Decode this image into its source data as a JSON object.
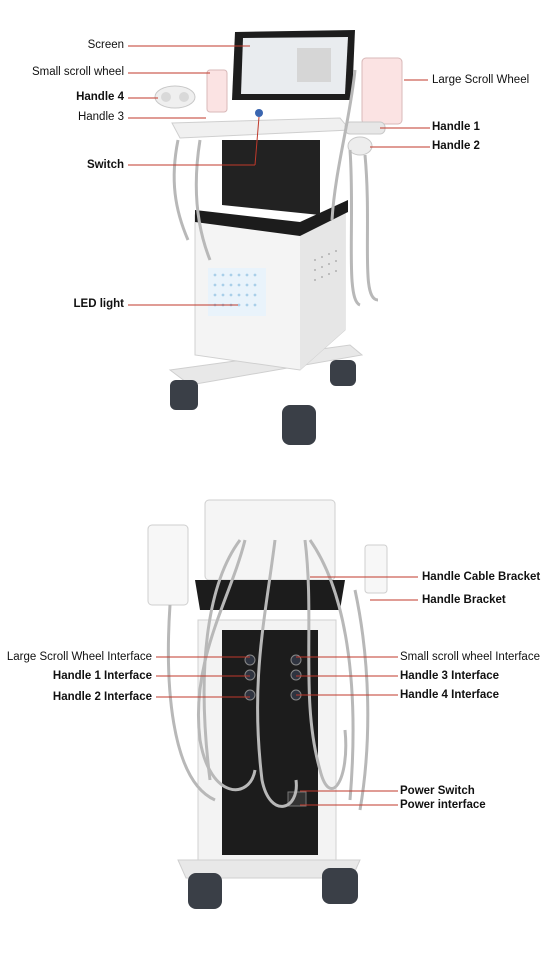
{
  "front_view": {
    "labels": {
      "screen": "Screen",
      "small_scroll_wheel": "Small scroll wheel",
      "handle4": "Handle 4",
      "handle3": "Handle 3",
      "switch": "Switch",
      "led_light": "LED light",
      "large_scroll_wheel": "Large Scroll Wheel",
      "handle1": "Handle 1",
      "handle2": "Handle 2"
    }
  },
  "back_view": {
    "labels": {
      "handle_cable_bracket": "Handle Cable Bracket",
      "handle_bracket": "Handle Bracket",
      "large_scroll_wheel_interface": "Large Scroll Wheel Interface",
      "handle1_interface": "Handle 1 Interface",
      "handle2_interface": "Handle 2 Interface",
      "small_scroll_wheel_interface": "Small scroll wheel Interface",
      "handle3_interface": "Handle 3 Interface",
      "handle4_interface": "Handle 4 Interface",
      "power_switch": "Power Switch",
      "power_interface": "Power interface"
    }
  },
  "colors": {
    "leader_line": "#c0392b",
    "body_white": "#f4f4f4",
    "panel_black": "#1c1c1c",
    "cable_gray": "#b8b8b8",
    "led_blue": "#cfe6f7"
  }
}
